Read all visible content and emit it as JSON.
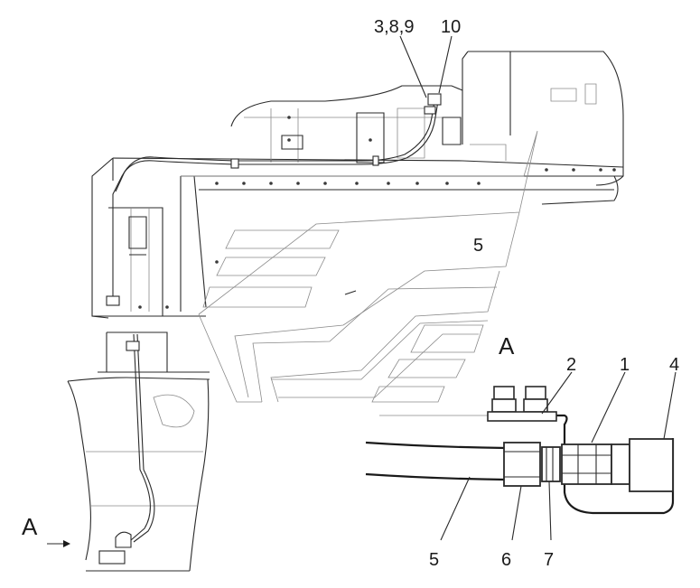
{
  "callouts": {
    "top_group": "3,8,9",
    "top_single": "10",
    "hood_label": "5",
    "detail_1": "1",
    "detail_2": "2",
    "detail_4": "4",
    "detail_5": "5",
    "detail_6": "6",
    "detail_7": "7"
  },
  "view_markers": {
    "detail_view": "A",
    "arrow_view": "A"
  },
  "colors": {
    "line": "#2a2a2a",
    "thin_line": "#8a8a8a",
    "background": "#ffffff"
  }
}
